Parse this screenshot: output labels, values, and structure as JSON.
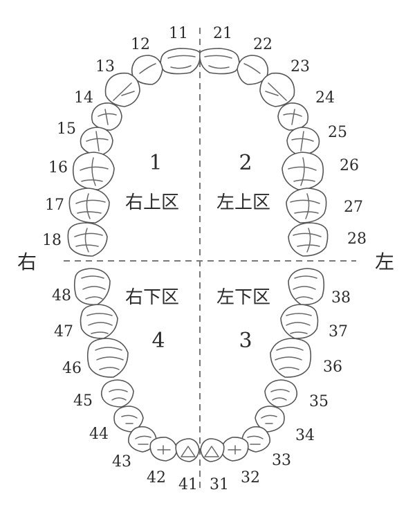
{
  "quadrant_numbers": {
    "q1": "1",
    "q2": "2",
    "q3": "3",
    "q4": "4"
  },
  "zones": {
    "upper_right": "右上区",
    "upper_left": "左上区",
    "lower_right": "右下区",
    "lower_left": "左下区"
  },
  "sides": {
    "right": "右",
    "left": "左"
  },
  "teeth": {
    "upper_right": [
      "11",
      "12",
      "13",
      "14",
      "15",
      "16",
      "17",
      "18"
    ],
    "upper_left": [
      "21",
      "22",
      "23",
      "24",
      "25",
      "26",
      "27",
      "28"
    ],
    "lower_left": [
      "31",
      "32",
      "33",
      "34",
      "35",
      "36",
      "37",
      "38"
    ],
    "lower_right": [
      "41",
      "42",
      "43",
      "44",
      "45",
      "46",
      "47",
      "48"
    ]
  },
  "colors": {
    "outline": "#555555",
    "text": "#2b2b2b",
    "axis": "#777777"
  }
}
